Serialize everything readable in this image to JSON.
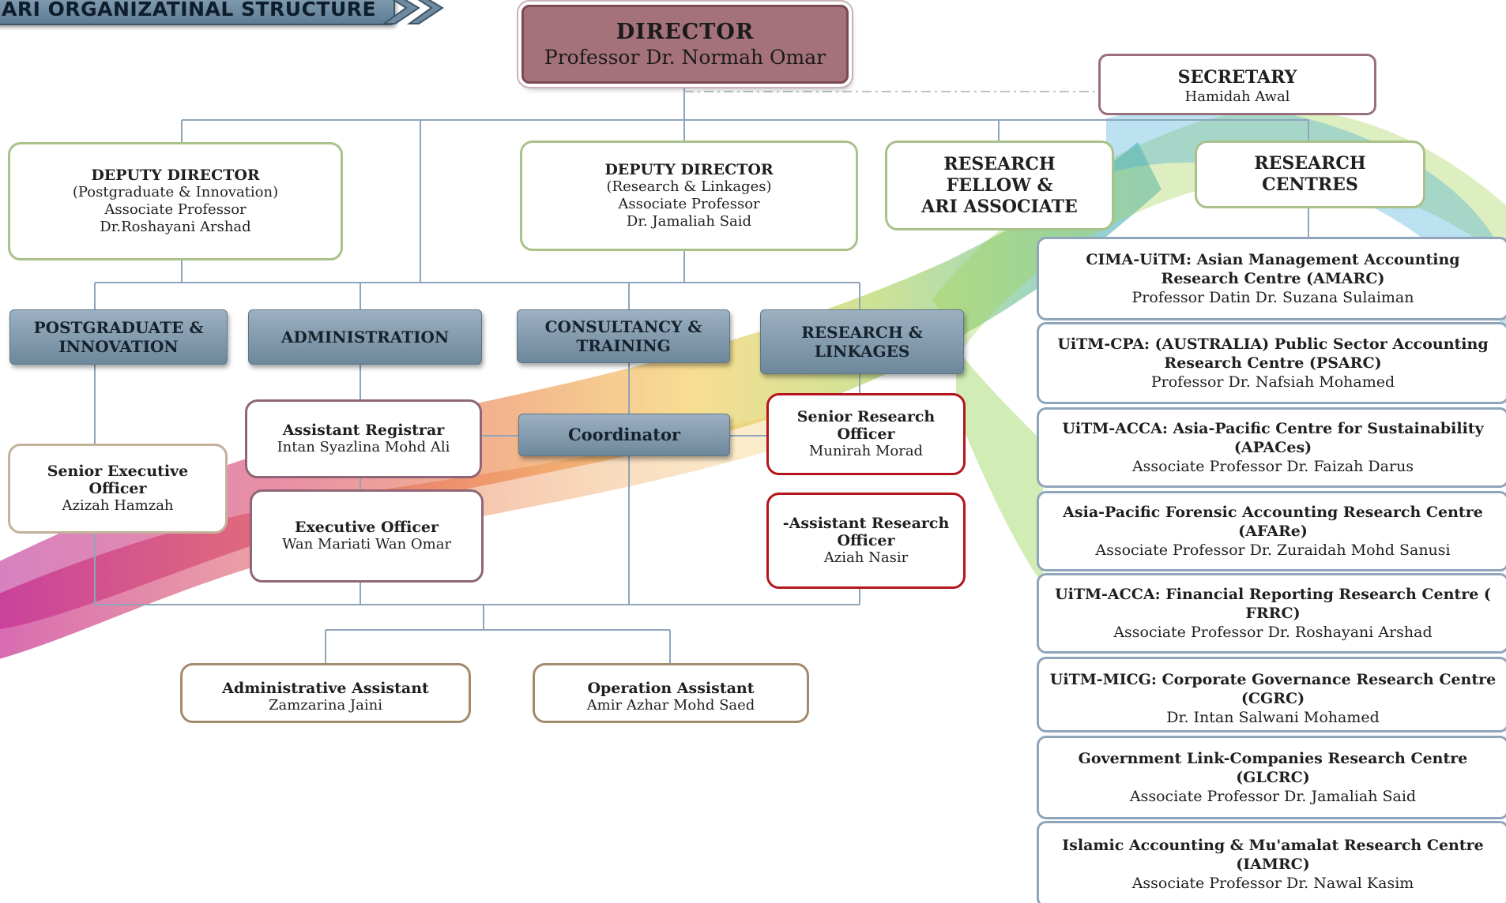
{
  "title": "ARI ORGANIZATINAL STRUCTURE",
  "director": {
    "title": "DIRECTOR",
    "name": "Professor Dr. Normah Omar"
  },
  "secretary": {
    "title": "SECRETARY",
    "name": "Hamidah Awal"
  },
  "deputy_pg": {
    "title": "DEPUTY DIRECTOR",
    "portfolio": "(Postgraduate & Innovation)",
    "rank": "Associate Professor",
    "name": "Dr.Roshayani Arshad"
  },
  "deputy_rl": {
    "title": "DEPUTY DIRECTOR",
    "portfolio": "(Research & Linkages)",
    "rank": "Associate Professor",
    "name": "Dr. Jamaliah Said"
  },
  "research_fellow": {
    "line1": "RESEARCH",
    "line2": "FELLOW &",
    "line3": "ARI ASSOCIATE"
  },
  "research_centres": {
    "line1": "RESEARCH",
    "line2": "CENTRES"
  },
  "units": {
    "postgraduate": "POSTGRADUATE & INNOVATION",
    "administration": "ADMINISTRATION",
    "consultancy": "CONSULTANCY & TRAINING",
    "research": "RESEARCH & LINKAGES",
    "coordinator": "Coordinator"
  },
  "staff": {
    "assistant_registrar": {
      "title": "Assistant Registrar",
      "name": "Intan Syazlina Mohd Ali"
    },
    "executive_officer": {
      "title": "Executive Officer",
      "name": "Wan Mariati Wan Omar"
    },
    "senior_executive_officer": {
      "title": "Senior Executive Officer",
      "name": "Azizah Hamzah"
    },
    "senior_research_officer": {
      "title": "Senior Research Officer",
      "name": "Munirah Morad"
    },
    "assistant_research_officer": {
      "title": "-Assistant Research Officer",
      "name": "Aziah Nasir"
    },
    "administrative_assistant": {
      "title": "Administrative Assistant",
      "name": "Zamzarina Jaini"
    },
    "operation_assistant": {
      "title": "Operation Assistant",
      "name": "Amir Azhar Mohd Saed"
    }
  },
  "centres": [
    {
      "name": "CIMA-UiTM: Asian Management Accounting Research Centre (AMARC)",
      "head": "Professor Datin Dr. Suzana Sulaiman"
    },
    {
      "name": "UiTM-CPA: (AUSTRALIA) Public Sector Accounting Research Centre (PSARC)",
      "head": "Professor Dr. Nafsiah Mohamed"
    },
    {
      "name": "UiTM-ACCA: Asia-Pacific Centre for Sustainability (APACes)",
      "head": "Associate Professor Dr. Faizah Darus"
    },
    {
      "name": "Asia-Pacific Forensic Accounting Research Centre (AFARe)",
      "head": "Associate Professor Dr. Zuraidah Mohd Sanusi"
    },
    {
      "name": "UiTM-ACCA: Financial Reporting Research Centre ( FRRC)",
      "head": "Associate Professor Dr. Roshayani Arshad"
    },
    {
      "name": "UiTM-MICG: Corporate Governance Research Centre (CGRC)",
      "head": "Dr. Intan Salwani Mohamed"
    },
    {
      "name": "Government Link-Companies Research Centre (GLCRC)",
      "head": "Associate Professor Dr. Jamaliah Said"
    },
    {
      "name": "Islamic Accounting & Mu'amalat Research Centre (IAMRC)",
      "head": "Associate Professor Dr. Nawal Kasim"
    }
  ]
}
